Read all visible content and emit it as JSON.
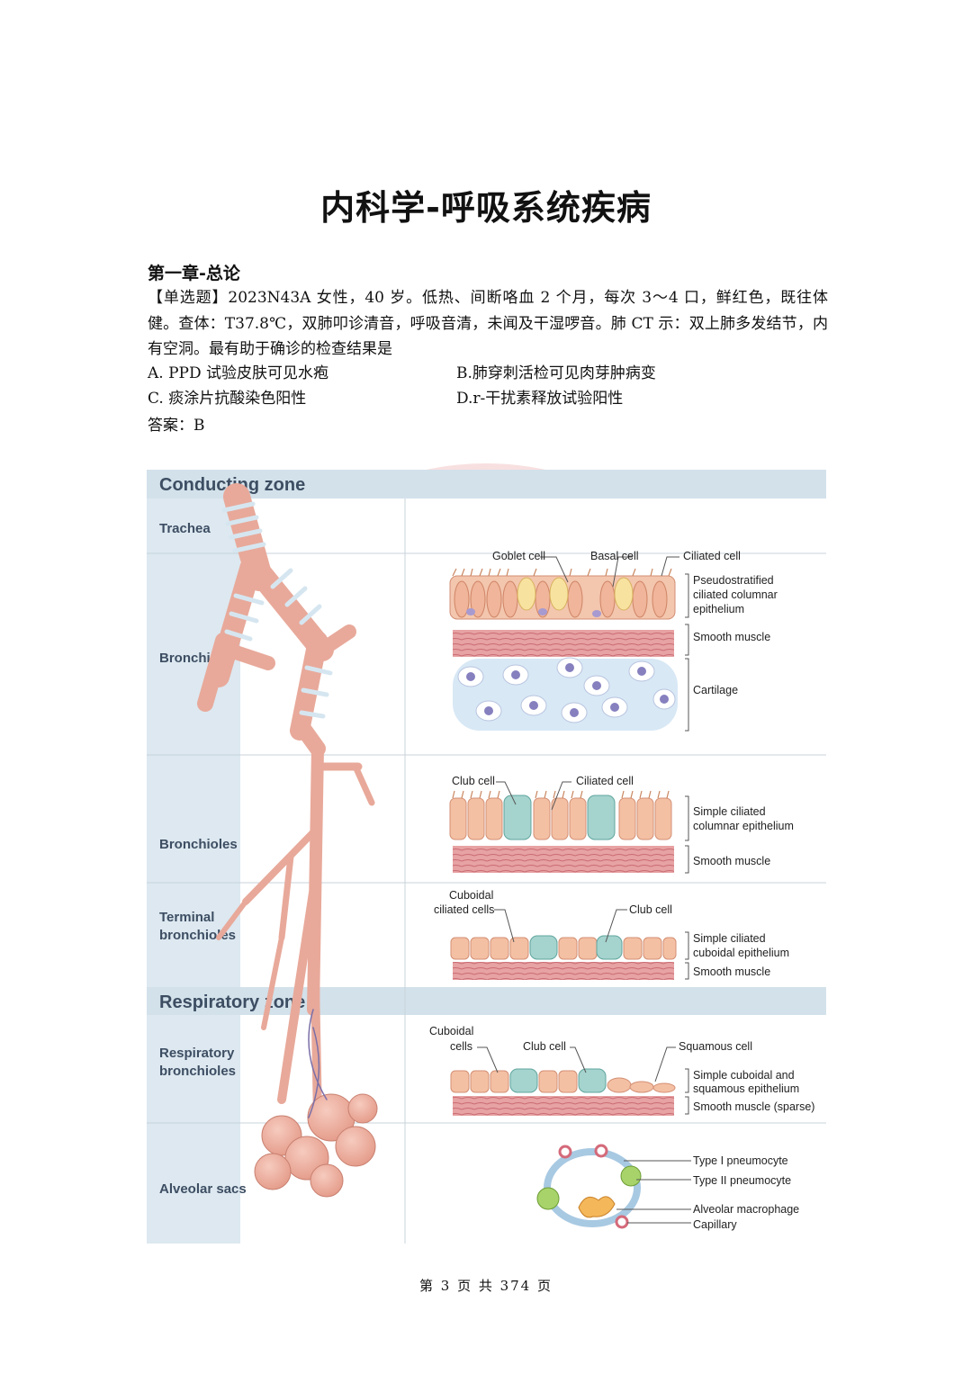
{
  "title": "内科学-呼吸系统疾病",
  "chapter": "第一章-总论",
  "question": {
    "text": "【单选题】2023N43A 女性，40 岁。低热、间断咯血 2 个月，每次 3～4 口，鲜红色，既往体健。查体：T37.8℃，双肺叩诊清音，呼吸音清，未闻及干湿啰音。肺 CT 示：双上肺多发结节，内有空洞。最有助于确诊的检查结果是",
    "options": {
      "a": "A. PPD 试验皮肤可见水疱",
      "b": "B.肺穿刺活检可见肉芽肿病变",
      "c": "C.  痰涂片抗酸染色阳性",
      "d": "D.r-干扰素释放试验阳性"
    },
    "answer": "答案：B"
  },
  "figure": {
    "zones": {
      "conducting": "Conducting zone",
      "respiratory": "Respiratory zone"
    },
    "sections": {
      "trachea": "Trachea",
      "bronchi": "Bronchi",
      "bronchioles": "Bronchioles",
      "terminal_1": "Terminal",
      "terminal_2": "bronchioles",
      "respiratory_1": "Respiratory",
      "respiratory_2": "bronchioles",
      "alveolar": "Alveolar sacs"
    },
    "bronchi_labels": {
      "goblet": "Goblet cell",
      "basal": "Basal cell",
      "ciliated": "Ciliated cell",
      "pseudo_1": "Pseudostratified",
      "pseudo_2": "ciliated columnar",
      "pseudo_3": "epithelium",
      "smooth": "Smooth muscle",
      "cartilage": "Cartilage"
    },
    "bronchioles_labels": {
      "club": "Club cell",
      "ciliated": "Ciliated cell",
      "simple_1": "Simple ciliated",
      "simple_2": "columnar epithelium",
      "smooth": "Smooth muscle"
    },
    "terminal_labels": {
      "cuboidal_1": "Cuboidal",
      "cuboidal_2": "ciliated cells",
      "club": "Club cell",
      "simple_1": "Simple ciliated",
      "simple_2": "cuboidal epithelium",
      "smooth": "Smooth muscle"
    },
    "respiratory_labels": {
      "cuboidal_1": "Cuboidal",
      "cuboidal_2": "cells",
      "club": "Club cell",
      "squamous": "Squamous cell",
      "simple_1": "Simple cuboidal and",
      "simple_2": "squamous epithelium",
      "smooth": "Smooth muscle (sparse)"
    },
    "alveolar_labels": {
      "type1": "Type I pneumocyte",
      "type2": "Type II pneumocyte",
      "macrophage": "Alveolar macrophage",
      "capillary": "Capillary"
    }
  },
  "footer": "第 3 页 共 374 页",
  "colors": {
    "zone_band": "#d3e1ea",
    "sidebar": "#dde8f0",
    "label_text": "#3d4e63",
    "airway": "#e8a99a",
    "cartilage_ring": "#d6e6f0",
    "muscle": "#d9878a",
    "watermark": "#f2c9c9"
  }
}
